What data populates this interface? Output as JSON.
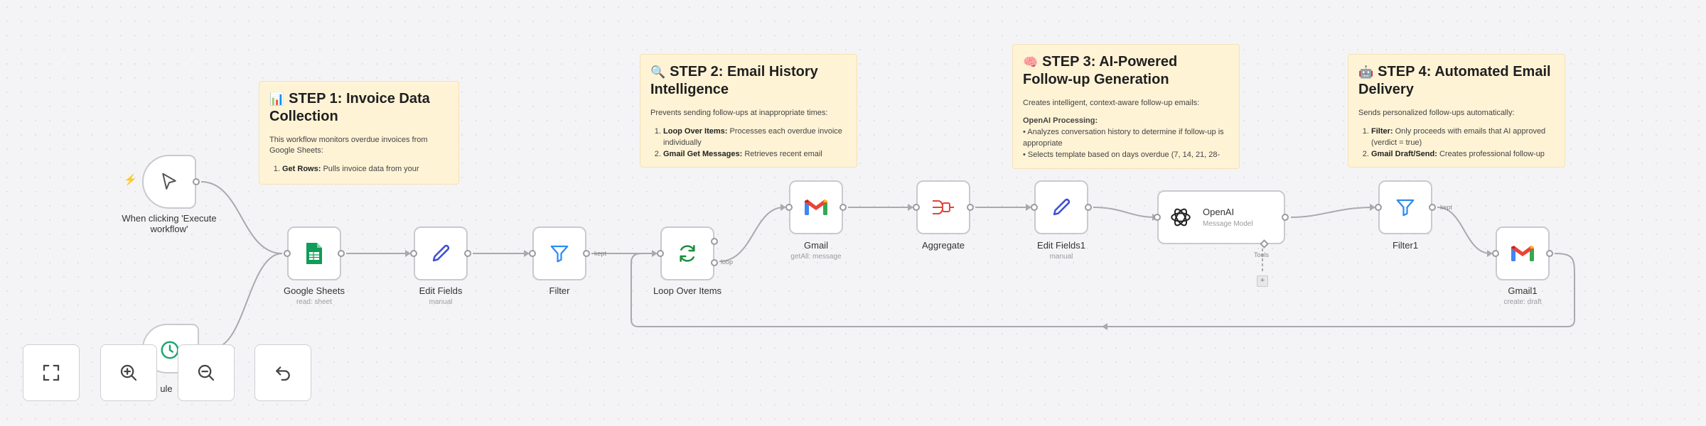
{
  "notes": {
    "step1": {
      "emoji": "📊",
      "title": "STEP 1: Invoice Data Collection",
      "intro": "This workflow monitors overdue invoices from Google Sheets:",
      "items": [
        {
          "bold": "Get Rows:",
          "text": " Pulls invoice data from your"
        }
      ]
    },
    "step2": {
      "emoji": "🔍",
      "title": "STEP 2: Email History Intelligence",
      "intro": "Prevents sending follow-ups at inappropriate times:",
      "items": [
        {
          "bold": "Loop Over Items:",
          "text": " Processes each overdue invoice individually"
        },
        {
          "bold": "Gmail Get Messages:",
          "text": " Retrieves recent email"
        }
      ]
    },
    "step3": {
      "emoji": "🧠",
      "title": "STEP 3: AI-Powered Follow-up Generation",
      "intro": "Creates intelligent, context-aware follow-up emails:",
      "subhead": "OpenAI Processing:",
      "bullets": [
        "• Analyzes conversation history to determine if follow-up is appropriate",
        "• Selects template based on days overdue (7, 14, 21, 28-"
      ]
    },
    "step4": {
      "emoji": "🤖",
      "title": "STEP 4: Automated Email Delivery",
      "intro": "Sends personalized follow-ups automatically:",
      "items": [
        {
          "bold": "Filter:",
          "text": " Only proceeds with emails that AI approved (verdict = true)"
        },
        {
          "bold": "Gmail Draft/Send:",
          "text": " Creates professional follow-up"
        }
      ]
    }
  },
  "nodes": {
    "trigger": {
      "label": "When clicking 'Execute workflow'"
    },
    "sheets": {
      "label": "Google Sheets",
      "sub": "read: sheet"
    },
    "edit_fields": {
      "label": "Edit Fields",
      "sub": "manual"
    },
    "filter": {
      "label": "Filter",
      "edge": "kept"
    },
    "loop": {
      "label": "Loop Over Items",
      "edge": "loop"
    },
    "gmail": {
      "label": "Gmail",
      "sub": "getAll: message"
    },
    "aggregate": {
      "label": "Aggregate"
    },
    "edit_fields1": {
      "label": "Edit Fields1",
      "sub": "manual"
    },
    "openai": {
      "title": "OpenAI",
      "sub": "Message Model",
      "port": "Tools"
    },
    "filter1": {
      "label": "Filter1",
      "edge": "kept"
    },
    "gmail1": {
      "label": "Gmail1",
      "sub": "create: draft"
    },
    "schedule": {
      "label_fragment": "ule"
    }
  },
  "controls": {
    "fit": "fit-view",
    "zoom_in": "zoom-in",
    "zoom_out": "zoom-out",
    "undo": "undo"
  },
  "colors": {
    "sticky": "#fff3d6",
    "wire": "#a9a9b0",
    "trigger_bolt": "#ff6d5a",
    "sheets_green": "#0f9d58",
    "edit_blue": "#3f51d4",
    "filter_blue": "#2d8cf0",
    "loop_green": "#1e8e3e",
    "aggregate_red": "#e2453a"
  }
}
